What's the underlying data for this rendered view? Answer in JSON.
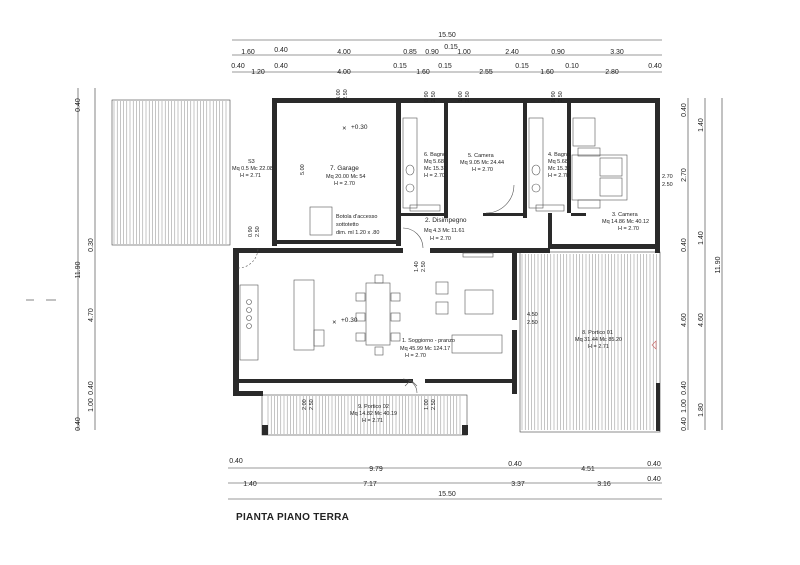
{
  "title": "PIANTA PIANO TERRA",
  "dimensions": {
    "top_total": "15.50",
    "top_row1": [
      "1.60",
      "0.40",
      "4.00",
      "0.85",
      "0.90",
      "0.15",
      "1.00",
      "2.40",
      "0.90",
      "3.30"
    ],
    "top_row1_extra": "0.15",
    "top_row2": [
      "0.40",
      "1.20",
      "0.40",
      "4.00",
      "0.15",
      "1.60",
      "0.15",
      "2.55",
      "0.15",
      "1.60",
      "0.10",
      "2.80",
      "0.40"
    ],
    "bottom_row1": [
      "0.40",
      "9.79",
      "0.40",
      "4.51",
      "0.40"
    ],
    "bottom_row2": [
      "1.40",
      "7.17",
      "3.37",
      "3.16",
      "0.40"
    ],
    "bottom_total": "15.50",
    "left_outer": [
      "0.40",
      "11.90"
    ],
    "left_inner": [
      "0.30",
      "4.70",
      "0.40",
      "1.00",
      "0.40"
    ],
    "right_inner": [
      "0.40",
      "2.70",
      "0.40",
      "4.60",
      "0.40",
      "1.00",
      "0.40"
    ],
    "right_outer": [
      "1.40",
      "1.40",
      "4.60",
      "1.80"
    ],
    "right_total": "11.90",
    "internal": [
      "5.00",
      "4.00",
      "2.50",
      "0.90",
      "2.50",
      "1.00",
      "2.50",
      "0.90",
      "2.50",
      "2.70",
      "2.50",
      "1.40",
      "2.50",
      "4.50",
      "2.50",
      "0.90",
      "2.50",
      "2.00",
      "2.50",
      "1.00",
      "2.50"
    ]
  },
  "rooms": {
    "garage": {
      "name": "7. Garage",
      "area": "Mq 20.00 Mc 54",
      "h": "H = 2.70"
    },
    "botola": {
      "l1": "Botola d'accesso",
      "l2": "sottotetto",
      "l3": "dim. ml 1.20 x .80"
    },
    "s3": {
      "name": "S3",
      "area": "Mq 0.5 Mc 22.08",
      "h": "H = 2.71"
    },
    "bagno6": {
      "name": "6. Bagno",
      "area": "Mq 5.68",
      "vol": "Mc 15.33",
      "h": "H = 2.70"
    },
    "camera5": {
      "name": "5. Camera",
      "area": "Mq 9.05 Mc 24.44",
      "h": "H = 2.70"
    },
    "bagno4": {
      "name": "4. Bagno",
      "area": "Mq 5.68",
      "vol": "Mc 15.33",
      "h": "H = 2.70"
    },
    "camera3": {
      "name": "3. Camera",
      "area": "Mq 14.86 Mc 40.12",
      "h": "H = 2.70"
    },
    "disimpegno": {
      "name": "2. Disimpegno",
      "area": "Mq 4.3 Mc 11.61",
      "h": "H = 2.70"
    },
    "soggiorno": {
      "name": "1. Soggiorno - pranzo",
      "area": "Mq 45.99 Mc 124.17",
      "h": "H = 2.70"
    },
    "portico01": {
      "name": "8. Portico 01",
      "area": "Mq 31.44 Mc 85.20",
      "h": "H = 2.71"
    },
    "portico02": {
      "name": "9. Portico 02",
      "area": "Mq 14.82 Mc 40.19",
      "h": "H = 2.71"
    }
  },
  "levels": {
    "garage": "+0.30",
    "living": "+0.30"
  }
}
